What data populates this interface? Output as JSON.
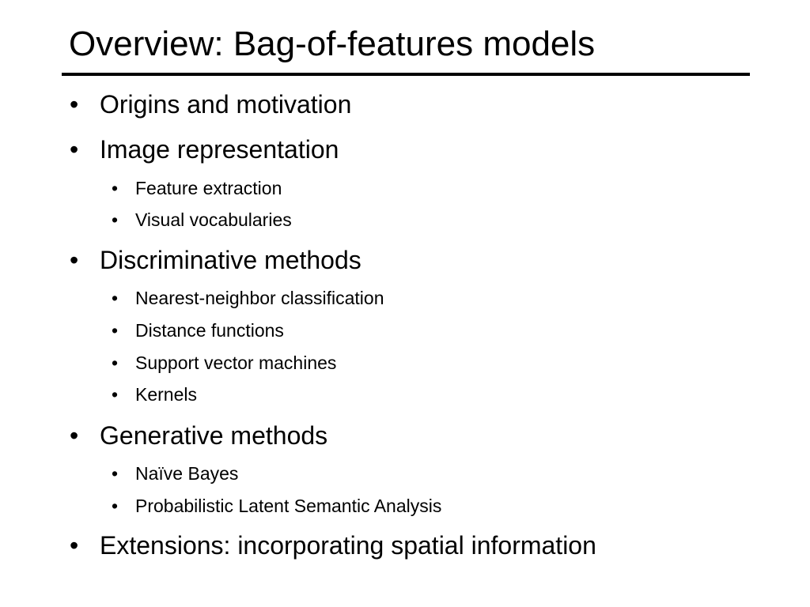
{
  "slide": {
    "title": "Overview: Bag-of-features models",
    "bullet_char": "•",
    "items": [
      {
        "level": 1,
        "text": "Origins and motivation"
      },
      {
        "level": 1,
        "text": "Image representation"
      },
      {
        "level": 2,
        "text": "Feature extraction"
      },
      {
        "level": 2,
        "text": "Visual vocabularies"
      },
      {
        "level": 1,
        "text": "Discriminative methods"
      },
      {
        "level": 2,
        "text": "Nearest-neighbor classification"
      },
      {
        "level": 2,
        "text": "Distance functions"
      },
      {
        "level": 2,
        "text": "Support vector machines"
      },
      {
        "level": 2,
        "text": "Kernels"
      },
      {
        "level": 1,
        "text": "Generative methods"
      },
      {
        "level": 2,
        "text": "Naïve Bayes"
      },
      {
        "level": 2,
        "text": "Probabilistic Latent Semantic Analysis"
      },
      {
        "level": 1,
        "text": "Extensions: incorporating spatial information"
      }
    ]
  }
}
